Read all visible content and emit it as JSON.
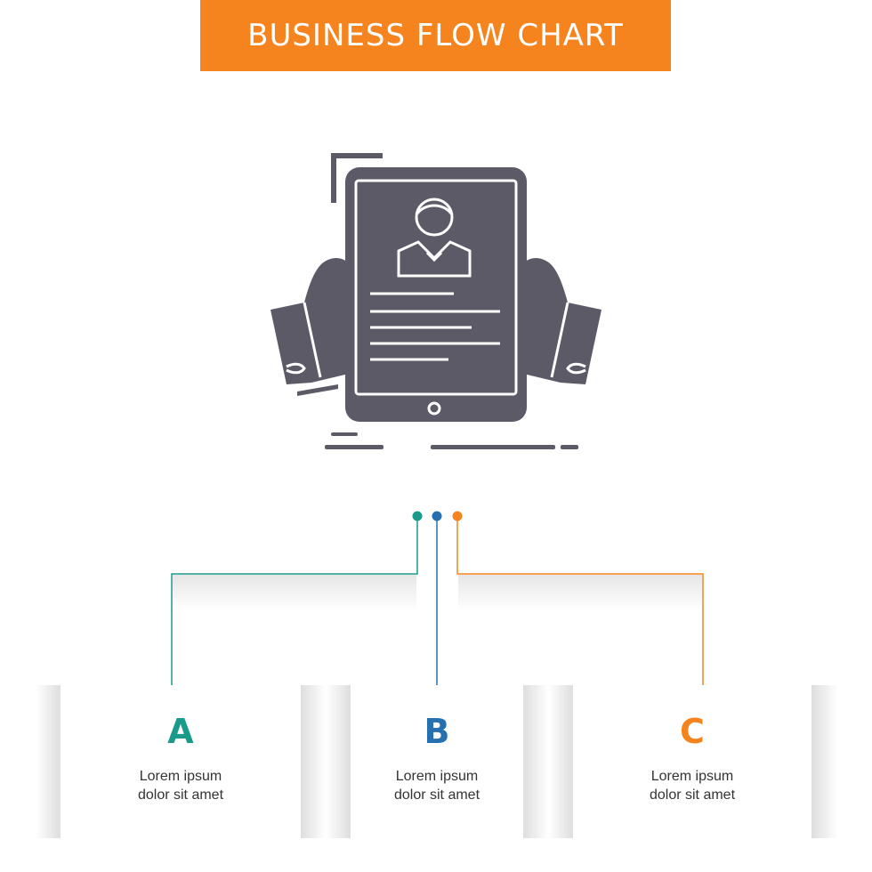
{
  "header": {
    "title": "BUSINESS FLOW CHART"
  },
  "colors": {
    "accent": "#f5841f",
    "teal": "#1a9a8a",
    "blue": "#2670b0",
    "orange": "#f5841f",
    "icon": "#5b5a66"
  },
  "icon": {
    "name": "resume-tablet-hands-icon"
  },
  "options": [
    {
      "letter": "A",
      "line1": "Lorem ipsum",
      "line2": "dolor sit amet"
    },
    {
      "letter": "B",
      "line1": "Lorem ipsum",
      "line2": "dolor sit amet"
    },
    {
      "letter": "C",
      "line1": "Lorem ipsum",
      "line2": "dolor sit amet"
    }
  ]
}
